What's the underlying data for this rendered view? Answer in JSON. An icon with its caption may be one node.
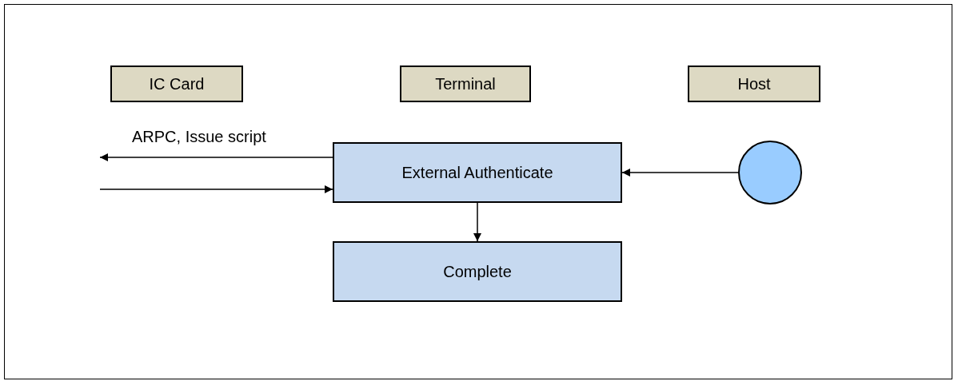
{
  "diagram": {
    "nodes": [
      {
        "text": [
          "IC Card"
        ]
      },
      {
        "text": [
          "Terminal"
        ]
      },
      {
        "text": [
          "Host"
        ]
      },
      {
        "text": [
          "External Authenticate"
        ]
      },
      {
        "text": [
          "Complete"
        ]
      },
      {
        "text": [],
        "shape": "circle"
      }
    ],
    "edges": [
      {
        "from": 3,
        "to": null,
        "arrow": "to",
        "label": "ARPC, Issue script"
      },
      {
        "from": null,
        "to": 3,
        "arrow": "to"
      },
      {
        "from": 5,
        "to": 3,
        "arrow": "to"
      },
      {
        "from": 3,
        "to": 4,
        "arrow": "to"
      }
    ]
  }
}
